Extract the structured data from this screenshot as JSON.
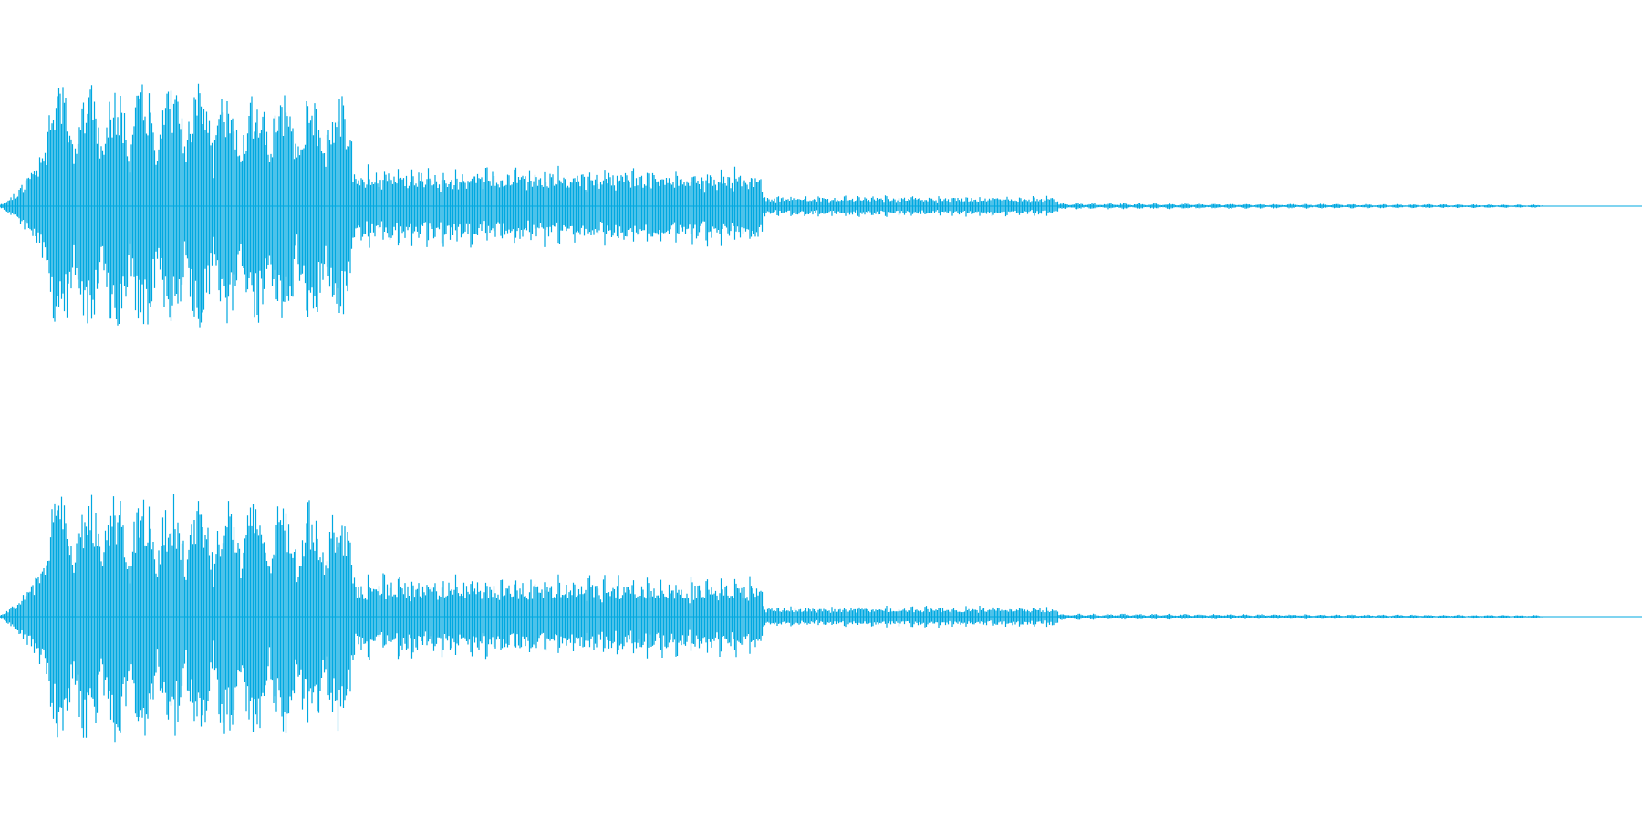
{
  "waveform": {
    "color": "#00a8e0",
    "duration_fraction_visible": 1.0,
    "channels": [
      {
        "label": "",
        "segments": [
          {
            "start": 0.0,
            "end": 0.028,
            "amp_start": 0.03,
            "amp_end": 0.45,
            "mod": "swell"
          },
          {
            "start": 0.028,
            "end": 0.215,
            "amp_start": 0.95,
            "amp_end": 0.85,
            "mod": "pulsed",
            "pulses": 11
          },
          {
            "start": 0.215,
            "end": 0.465,
            "amp_start": 0.32,
            "amp_end": 0.3,
            "mod": "dense",
            "pulses": 28
          },
          {
            "start": 0.465,
            "end": 0.645,
            "amp_start": 0.08,
            "amp_end": 0.08,
            "mod": "dense",
            "pulses": 22
          },
          {
            "start": 0.645,
            "end": 0.94,
            "amp_start": 0.025,
            "amp_end": 0.012,
            "mod": "fade"
          },
          {
            "start": 0.94,
            "end": 1.0,
            "amp_start": 0.0,
            "amp_end": 0.0,
            "mod": "flat"
          }
        ]
      },
      {
        "label": "",
        "segments": [
          {
            "start": 0.0,
            "end": 0.028,
            "amp_start": 0.03,
            "amp_end": 0.45,
            "mod": "swell"
          },
          {
            "start": 0.028,
            "end": 0.215,
            "amp_start": 0.95,
            "amp_end": 0.85,
            "mod": "pulsed",
            "pulses": 11
          },
          {
            "start": 0.215,
            "end": 0.465,
            "amp_start": 0.32,
            "amp_end": 0.3,
            "mod": "dense",
            "pulses": 28
          },
          {
            "start": 0.465,
            "end": 0.645,
            "amp_start": 0.08,
            "amp_end": 0.08,
            "mod": "dense",
            "pulses": 22
          },
          {
            "start": 0.645,
            "end": 0.94,
            "amp_start": 0.025,
            "amp_end": 0.012,
            "mod": "fade"
          },
          {
            "start": 0.94,
            "end": 1.0,
            "amp_start": 0.0,
            "amp_end": 0.0,
            "mod": "flat"
          }
        ]
      }
    ]
  }
}
